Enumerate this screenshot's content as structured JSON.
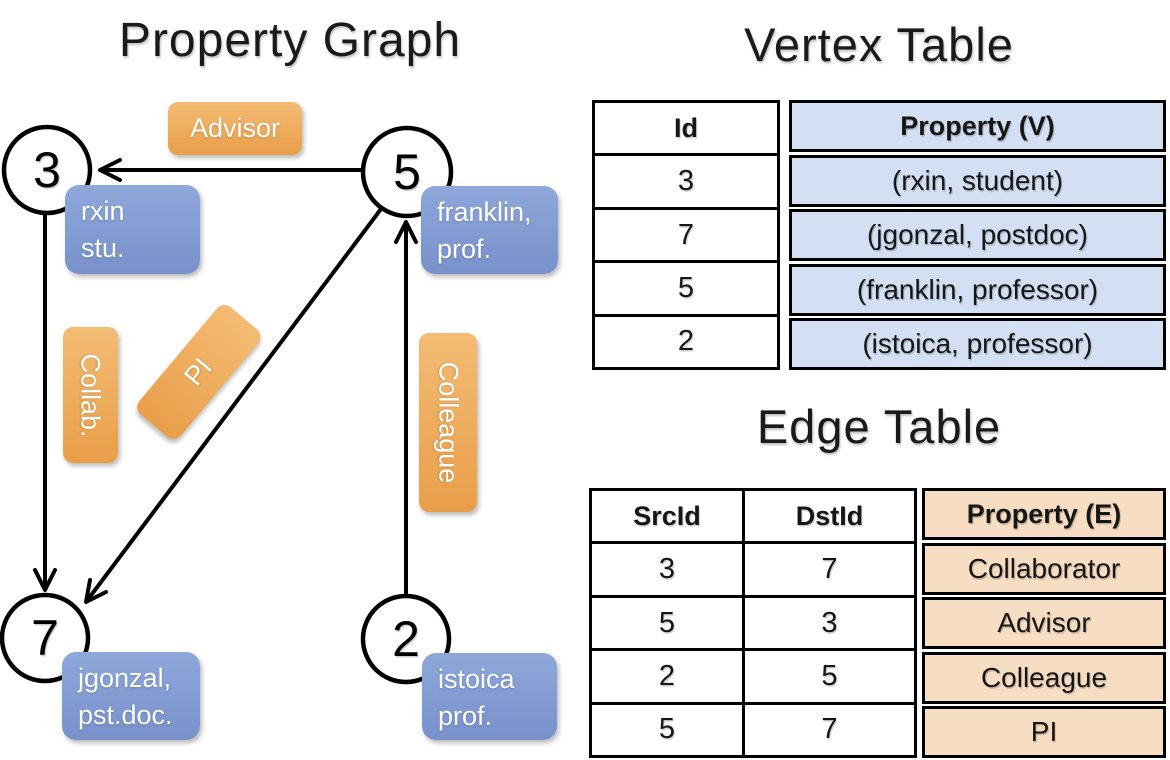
{
  "graph": {
    "title": "Property Graph",
    "nodes": [
      {
        "id": "3",
        "prop1": "rxin",
        "prop2": "stu."
      },
      {
        "id": "5",
        "prop1": "franklin,",
        "prop2": "prof."
      },
      {
        "id": "7",
        "prop1": "jgonzal,",
        "prop2": "pst.doc."
      },
      {
        "id": "2",
        "prop1": "istoica",
        "prop2": "prof."
      }
    ],
    "edge_labels": {
      "advisor": "Advisor",
      "collab": "Collab.",
      "pi": "PI",
      "colleague": "Colleague"
    }
  },
  "vertex_table": {
    "title": "Vertex Table",
    "columns": [
      "Id",
      "Property (V)"
    ],
    "rows": [
      [
        "3",
        "(rxin, student)"
      ],
      [
        "7",
        "(jgonzal, postdoc)"
      ],
      [
        "5",
        "(franklin, professor)"
      ],
      [
        "2",
        "(istoica, professor)"
      ]
    ]
  },
  "edge_table": {
    "title": "Edge Table",
    "columns": [
      "SrcId",
      "DstId",
      "Property (E)"
    ],
    "rows": [
      [
        "3",
        "7",
        "Collaborator"
      ],
      [
        "5",
        "3",
        "Advisor"
      ],
      [
        "2",
        "5",
        "Colleague"
      ],
      [
        "5",
        "7",
        "PI"
      ]
    ]
  },
  "colors": {
    "orange_top": "#F3BC74",
    "orange_bottom": "#E99E49",
    "blue_top": "#8EA8DB",
    "blue_bottom": "#7891CB",
    "vertex_cell": "#D3DFF2",
    "edge_cell": "#F7DDC1",
    "line": "#000000"
  }
}
